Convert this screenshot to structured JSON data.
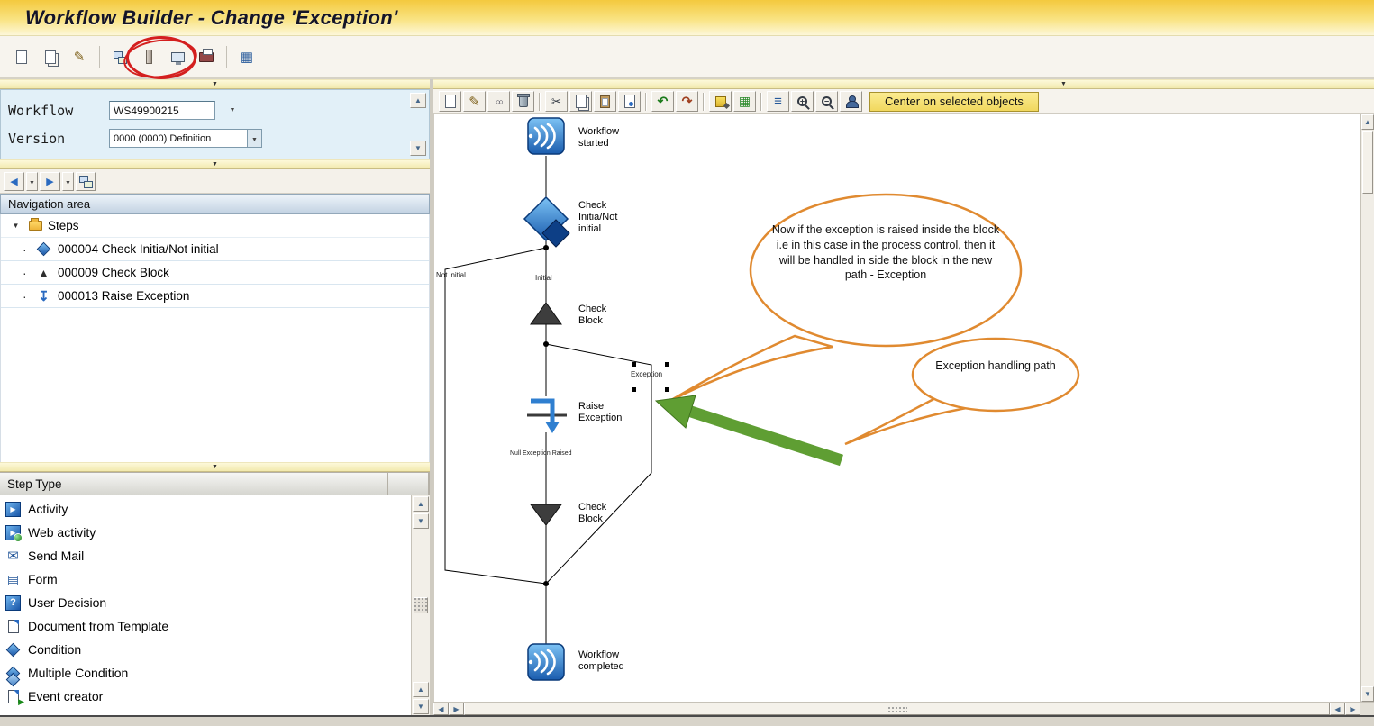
{
  "window": {
    "title": "Workflow Builder - Change 'Exception'"
  },
  "colors": {
    "annotation_red": "#d41f1f",
    "bubble_orange": "#e08a30",
    "arrow_green": "#5f9e33",
    "title_gold": "#f4c93e",
    "center_button_yellow": "#f1d85e",
    "node_blue": "#1a5cae"
  },
  "main_toolbar": {
    "icons": [
      "new-icon",
      "copy-icon",
      "change-icon",
      "organization-icon",
      "syntax-check-icon",
      "test-icon",
      "print-icon",
      "overview-icon"
    ],
    "annotation": "red-circle-highlight"
  },
  "left": {
    "form": {
      "workflow_label": "Workflow",
      "workflow_value": "WS49900215",
      "version_label": "Version",
      "version_value": "0000 (0000) Definition"
    },
    "navigation": {
      "title": "Navigation area",
      "root_label": "Steps",
      "steps": [
        {
          "label": "000004 Check Initia/Not initial"
        },
        {
          "label": "000009 Check Block"
        },
        {
          "label": "000013 Raise Exception"
        }
      ]
    },
    "step_type": {
      "title": "Step Type",
      "items": [
        {
          "label": "Activity"
        },
        {
          "label": "Web activity"
        },
        {
          "label": "Send Mail"
        },
        {
          "label": "Form"
        },
        {
          "label": "User Decision"
        },
        {
          "label": "Document from Template"
        },
        {
          "label": "Condition"
        },
        {
          "label": "Multiple Condition"
        },
        {
          "label": "Event creator"
        }
      ]
    }
  },
  "diagram": {
    "toolbar": {
      "icons": [
        "create-icon",
        "edit-icon",
        "display-icon",
        "delete-icon",
        "cut-icon",
        "copy-icon",
        "paste-icon",
        "select-icon",
        "import-icon",
        "export-icon",
        "marker-icon",
        "grid-color-icon",
        "align-icon",
        "zoom-in-icon",
        "zoom-out-icon",
        "person-icon"
      ],
      "center_button": "Center on selected objects"
    },
    "nodes": {
      "started": "Workflow\nstarted",
      "check_initial": "Check\nInitia/Not\ninitial",
      "check_block_open": "Check\nBlock",
      "raise_exception": "Raise\nException",
      "check_block_close": "Check\nBlock",
      "completed": "Workflow\ncompleted"
    },
    "edges": {
      "not_initial": "Not initial",
      "initial": "Initial",
      "exception": "Exception",
      "null_exception": "Null Exception Raised"
    },
    "annotations": {
      "bubble1": "Now if the exception is raised inside the block i.e in this case in the process control, then it will be handled in side the block in the new path - Exception",
      "bubble2": "Exception handling path"
    }
  }
}
